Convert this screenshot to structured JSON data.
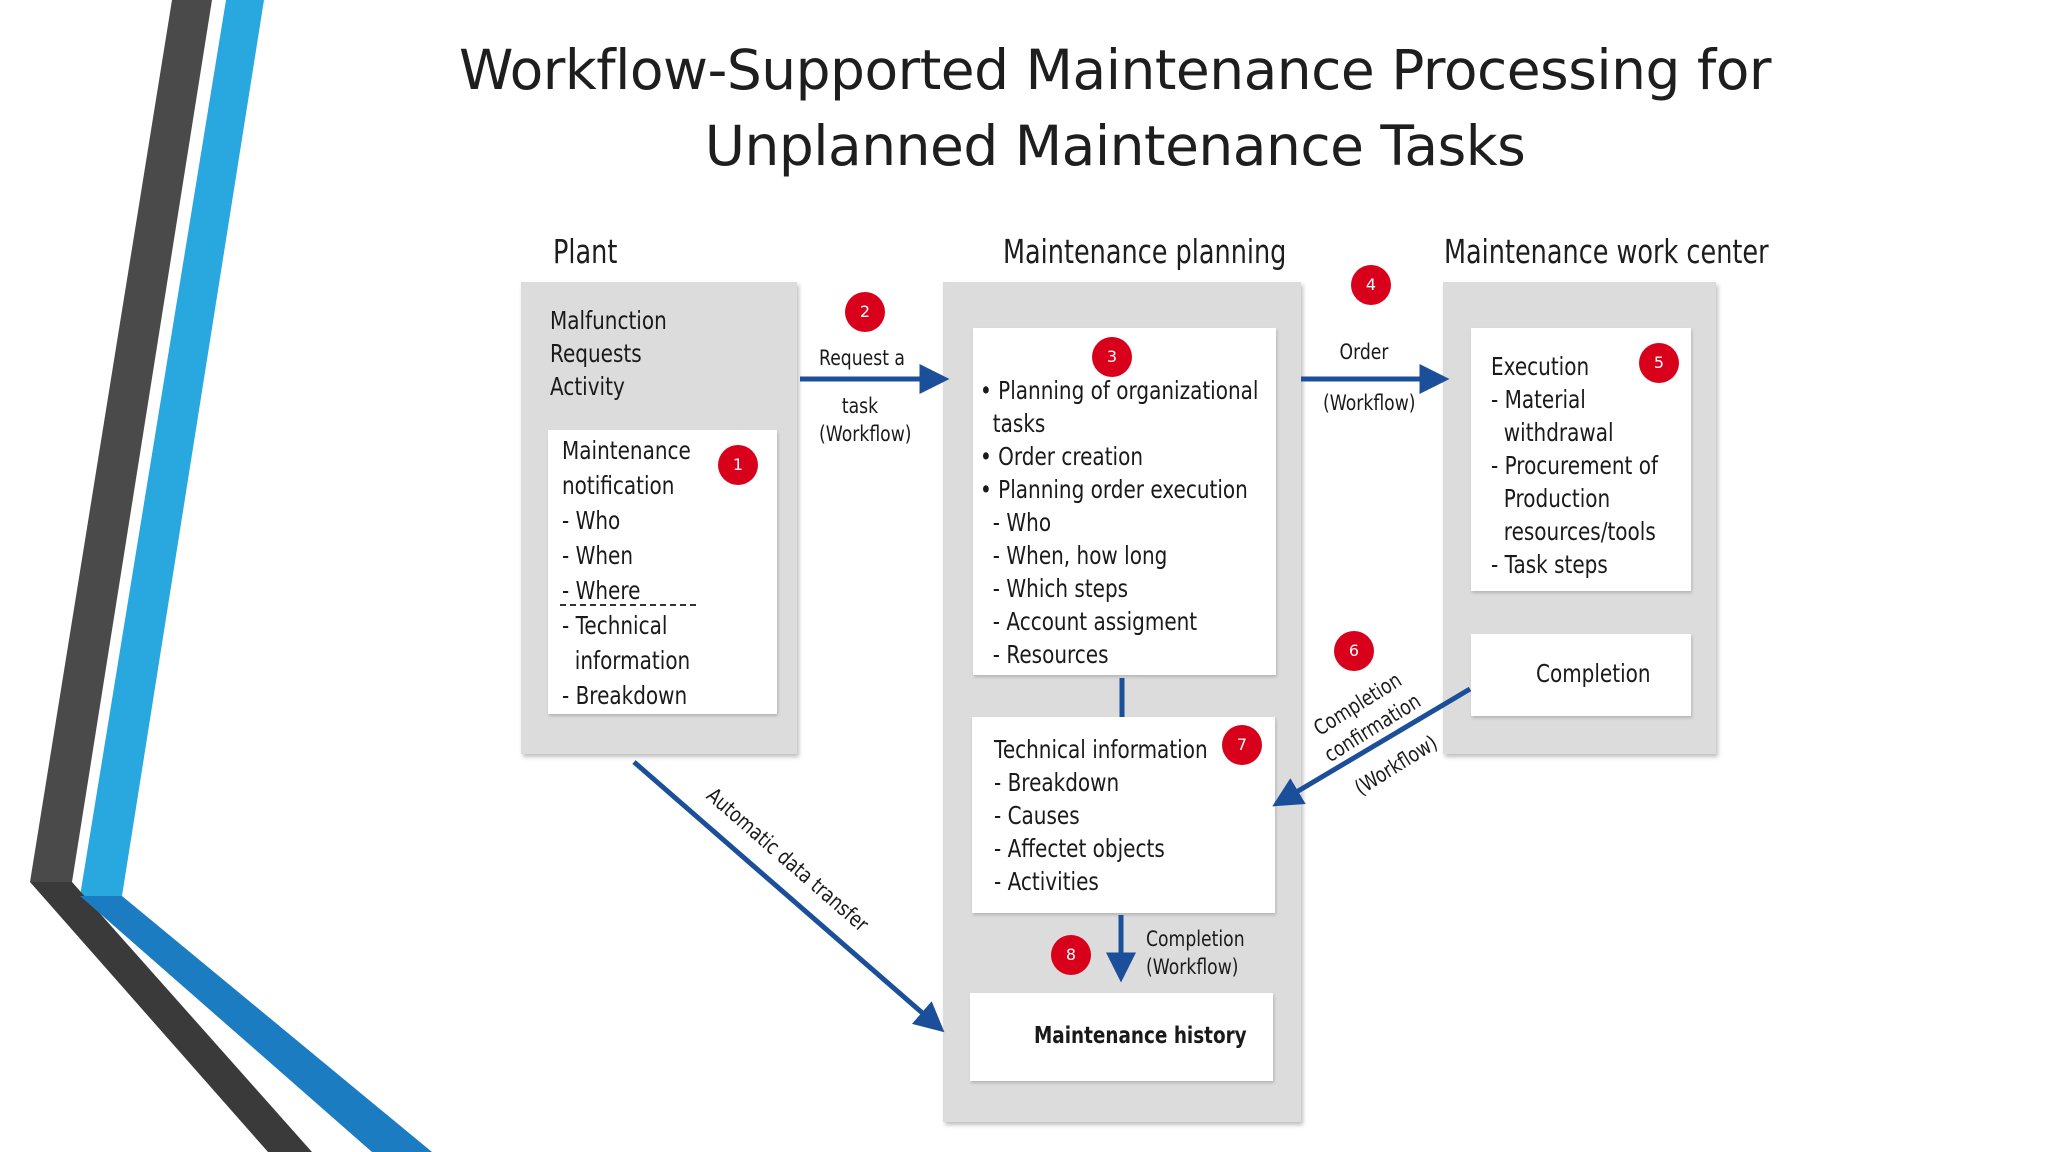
{
  "title": {
    "line1": "Workflow-Supported Maintenance Processing for",
    "line2": "Unplanned Maintenance Tasks"
  },
  "columns": {
    "plant": "Plant",
    "planning": "Maintenance planning",
    "workcenter": "Maintenance work center"
  },
  "plant": {
    "header_lines": [
      "Malfunction",
      "Requests",
      "Activity"
    ],
    "notification": [
      "Maintenance",
      "notification",
      "- Who",
      "- When",
      "- Where",
      "- Technical",
      "information",
      "- Breakdown"
    ]
  },
  "planning": {
    "tasks": [
      "• Planning of organizational",
      "tasks",
      "• Order creation",
      "• Planning order execution",
      "- Who",
      "- When, how long",
      "- Which steps",
      "- Account assigment",
      "- Resources"
    ],
    "technical": [
      "Technical information",
      "- Breakdown",
      "- Causes",
      "- Affectet objects",
      "- Activities"
    ],
    "history": "Maintenance history"
  },
  "workcenter": {
    "execution": [
      "Execution",
      "- Material",
      "withdrawal",
      "- Procurement of",
      "Production",
      "resources/tools",
      "- Task steps"
    ],
    "completion": "Completion"
  },
  "arrows": {
    "request_top": "Request a",
    "request_bottom": [
      "task",
      "(Workflow)"
    ],
    "order_top": "Order",
    "order_bottom": "(Workflow)",
    "confirmation": [
      "Completion",
      "confirmation"
    ],
    "confirmation_wf": "(Workflow)",
    "automatic": "Automatic data transfer",
    "completion": [
      "Completion",
      "(Workflow)"
    ]
  },
  "badges": [
    "1",
    "2",
    "3",
    "4",
    "5",
    "6",
    "7",
    "8"
  ],
  "colors": {
    "accent_blue": "#29a8e0",
    "dark_gray": "#4a4a4a",
    "arrow_blue": "#1c4f99",
    "badge_red": "#d9001b",
    "panel_gray": "#dcdcdc"
  }
}
